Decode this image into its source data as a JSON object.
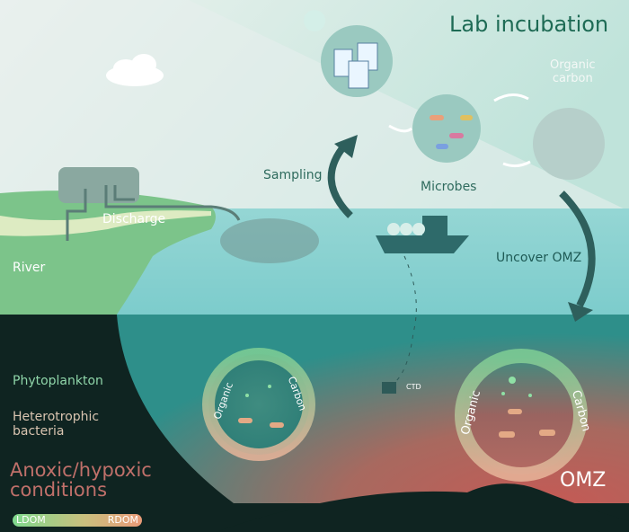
{
  "title": "Lab incubation",
  "labels": {
    "organic_carbon": [
      "Organic",
      "carbon"
    ],
    "microbes": "Microbes",
    "sampling": "Sampling",
    "discharge": "Discharge",
    "river": "River",
    "uncover_omz": "Uncover OMZ",
    "ctd": "CTD",
    "omz": "OMZ",
    "cycle_left": "Organic",
    "cycle_right": "Carbon"
  },
  "legend": {
    "phytoplankton": "Phytoplankton",
    "bacteria": [
      "Heterotrophic",
      "bacteria"
    ],
    "conditions": [
      "Anoxic/hypoxic",
      "conditions"
    ],
    "gradient_start": "LDOM",
    "gradient_end": "RDOM"
  },
  "colors": {
    "title": "#1e6b55",
    "phytoplankton": "#8fd5a9",
    "bacteria": "#d9c4b0",
    "anoxic": "#c0706a",
    "ldom": "#7fd98e",
    "rdom": "#e89a78"
  }
}
